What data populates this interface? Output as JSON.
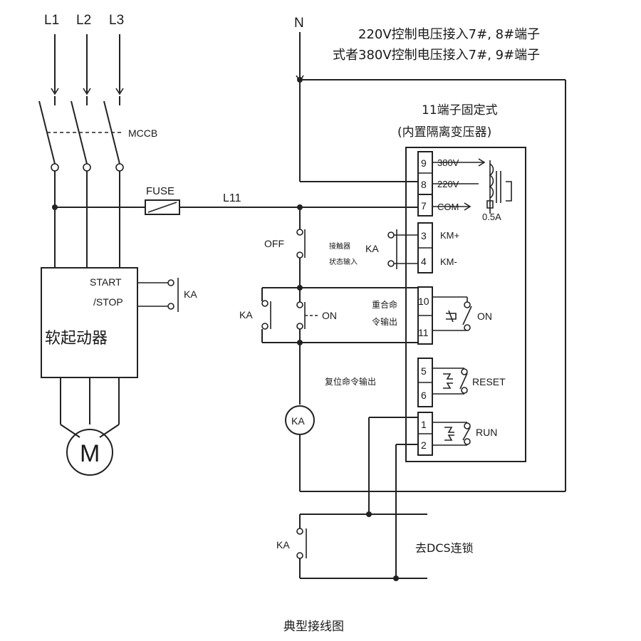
{
  "phases": {
    "l1": "L1",
    "l2": "L2",
    "l3": "L3"
  },
  "neutral": "N",
  "note": {
    "line1": "220V控制电压接入7#, 8#端子",
    "line2": "式者380V控制电压接入7#, 9#端子"
  },
  "mccb": "MCCB",
  "fuse": "FUSE",
  "l11": "L11",
  "module": {
    "title1": "11端子固定式",
    "title2": "(内置隔离变压器)",
    "terminals": [
      "9",
      "8",
      "7",
      "3",
      "4",
      "10",
      "11",
      "5",
      "6",
      "1",
      "2"
    ],
    "v380": "380V",
    "v220": "220V",
    "com": "COM",
    "fuse_rating": "0.5A",
    "km_plus": "KM+",
    "km_minus": "KM-",
    "on": "ON",
    "reset": "RESET",
    "run": "RUN",
    "feedback_line1": "接触器",
    "feedback_line2": "状态输入",
    "close_cmd_line1": "重合命",
    "close_cmd_line2": "令输出",
    "reset_cmd": "复位命令输出"
  },
  "off": "OFF",
  "on": "ON",
  "ka": "KA",
  "start": "START",
  "stop": "/STOP",
  "soft_starter": "软起动器",
  "motor": "M",
  "relay_coil": "KA",
  "dcs": "去DCS连锁",
  "caption": "典型接线图"
}
